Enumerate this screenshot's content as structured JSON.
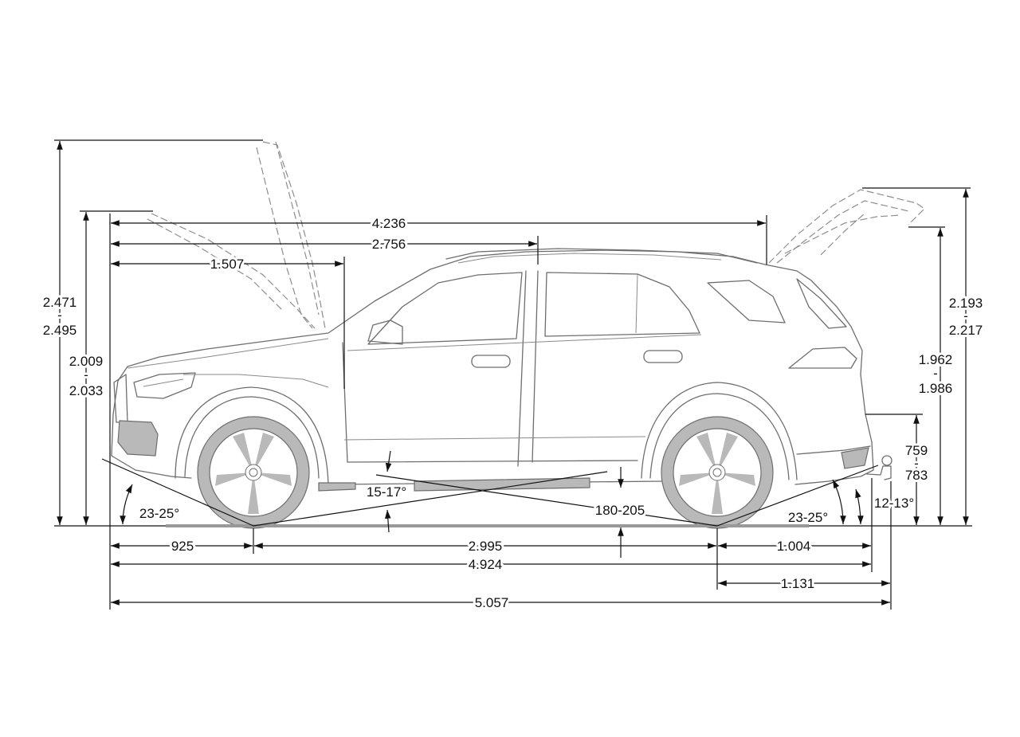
{
  "dimensions": {
    "overall_length": "5.057",
    "body_length": "4.924",
    "front_overhang": "925",
    "wheelbase": "2.995",
    "rear_overhang": "1.004",
    "rear_to_hitch": "1.131",
    "length_to_tailgate_open": "4.236",
    "length_to_roof_pillar": "2.756",
    "length_to_hood_open": "1.507",
    "height_hood_open": "2.471\n-\n2.495",
    "height_hood_open_top": "2.471",
    "height_hood_open_dash": "-",
    "height_hood_open_bottom": "2.495",
    "height_vehicle_top": "2.009",
    "height_vehicle_dash": "-",
    "height_vehicle_bottom": "2.033",
    "height_tailgate_open_top": "2.193",
    "height_tailgate_open_dash": "-",
    "height_tailgate_open_bottom": "2.217",
    "height_tailgate_lip_top": "1.962",
    "height_tailgate_lip_dash": "-",
    "height_tailgate_lip_bottom": "1.986",
    "loading_sill_top": "759",
    "loading_sill_dash": "-",
    "loading_sill_bottom": "783",
    "approach_angle": "23-25°",
    "departure_angle": "23-25°",
    "breakover_angle": "15-17°",
    "ground_clearance": "180-205",
    "hitch_angle": "12-13°"
  }
}
